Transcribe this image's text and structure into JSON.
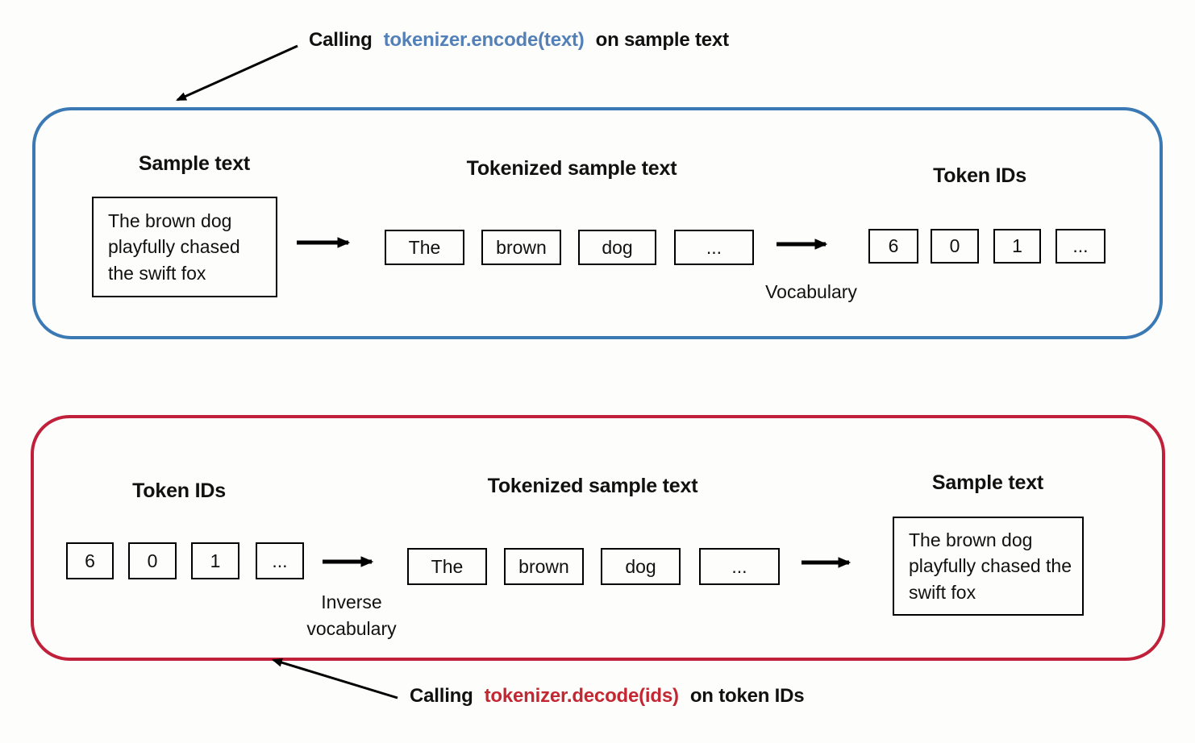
{
  "captions": {
    "encode": {
      "prefix": "Calling",
      "code": "tokenizer.encode(text)",
      "suffix": "on sample text"
    },
    "decode": {
      "prefix": "Calling",
      "code": "tokenizer.decode(ids)",
      "suffix": "on token IDs"
    }
  },
  "encode_panel": {
    "sample_text_label": "Sample text",
    "sample_text": "The brown dog playfully chased the swift fox",
    "tokenized_label": "Tokenized sample text",
    "tokens": [
      "The",
      "brown",
      "dog",
      "..."
    ],
    "vocabulary_label": "Vocabulary",
    "token_ids_label": "Token IDs",
    "token_ids": [
      "6",
      "0",
      "1",
      "..."
    ]
  },
  "decode_panel": {
    "token_ids_label": "Token IDs",
    "token_ids": [
      "6",
      "0",
      "1",
      "..."
    ],
    "inverse_vocab_label": "Inverse vocabulary",
    "tokenized_label": "Tokenized sample text",
    "tokens": [
      "The",
      "brown",
      "dog",
      "..."
    ],
    "sample_text_label": "Sample text",
    "sample_text": "The brown dog playfully chased the swift fox"
  },
  "colors": {
    "encode_border": "#3a79b4",
    "encode_code_text": "#5480b8",
    "decode_border": "#c02039",
    "decode_code_text": "#c32732",
    "text": "#111111",
    "box_border": "#000000"
  }
}
